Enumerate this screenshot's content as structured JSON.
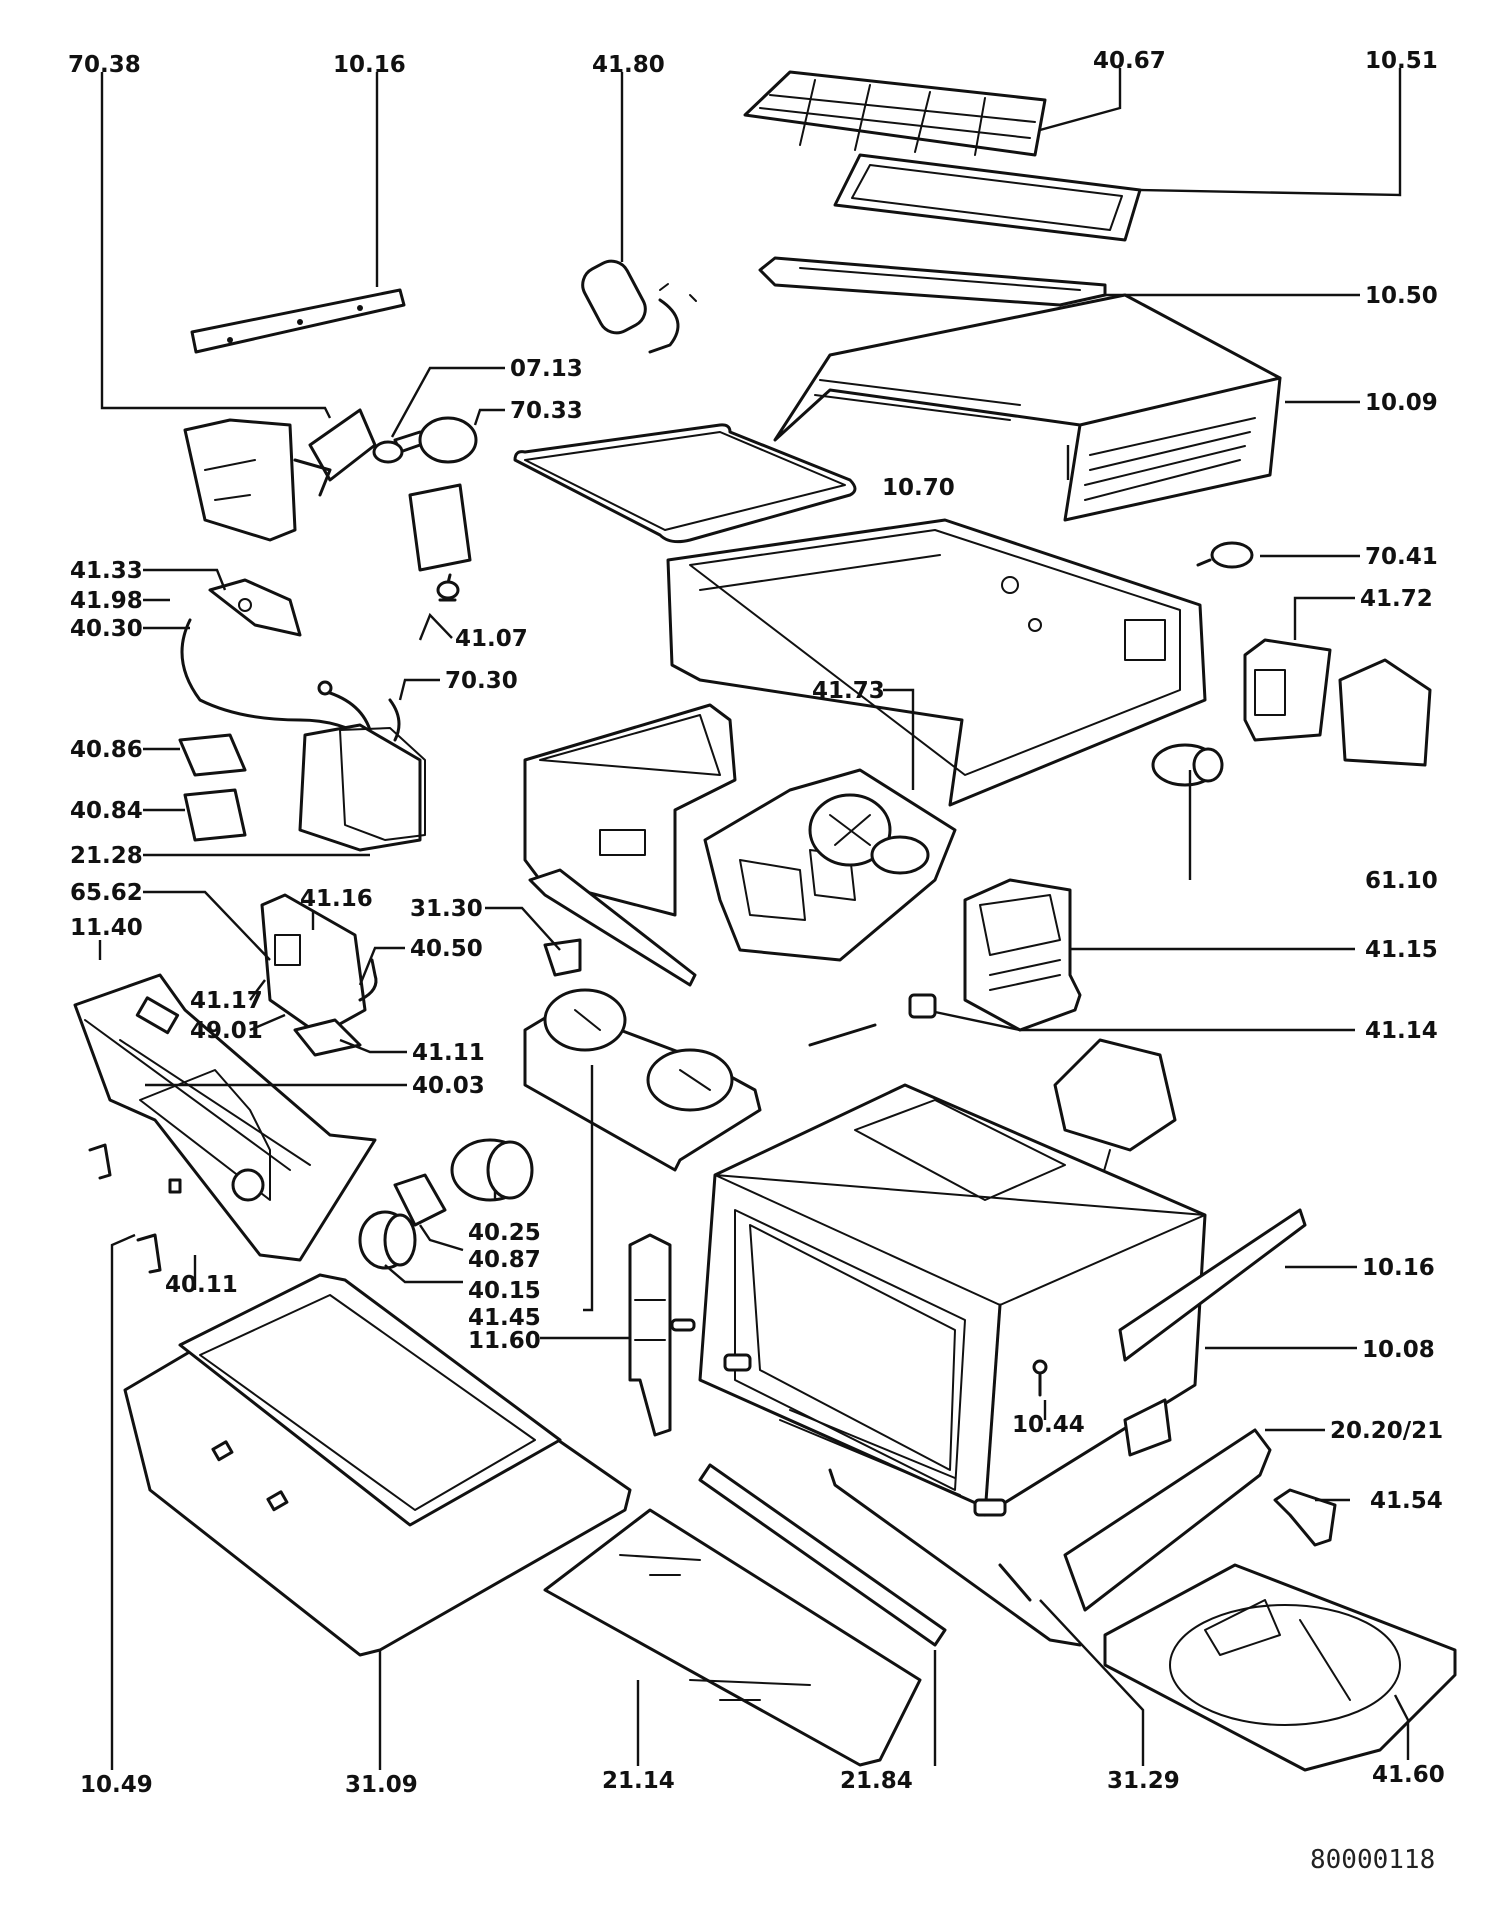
{
  "labels": {
    "l7038": "70.38",
    "l1016a": "10.16",
    "l4180": "41.80",
    "l4067": "40.67",
    "l1051": "10.51",
    "l1050": "10.50",
    "l1009": "10.09",
    "l0713": "07.13",
    "l7033": "70.33",
    "l1070": "10.70",
    "l7041": "70.41",
    "l4133": "41.33",
    "l4198": "41.98",
    "l4030": "40.30",
    "l4107": "41.07",
    "l4172": "41.72",
    "l7030": "70.30",
    "l4173": "41.73",
    "l4086": "40.86",
    "l4084": "40.84",
    "l2128": "21.28",
    "l6110": "61.10",
    "l6562": "65.62",
    "l4116": "41.16",
    "l3130": "31.30",
    "l1140": "11.40",
    "l4050": "40.50",
    "l4115": "41.15",
    "l4117": "41.17",
    "l4901": "49.01",
    "l4111": "41.11",
    "l4114": "41.14",
    "l4003": "40.03",
    "l4025": "40.25",
    "l4087": "40.87",
    "l4015": "40.15",
    "l4011": "40.11",
    "l1016b": "10.16",
    "l4145": "41.45",
    "l1160": "11.60",
    "l1008": "10.08",
    "l1044": "10.44",
    "l2020": "20.20/21",
    "l4154": "41.54",
    "l1049": "10.49",
    "l3109": "31.09",
    "l2114": "21.14",
    "l2184": "21.84",
    "l3129": "31.29",
    "l4160": "41.60"
  },
  "document_number": "80000118"
}
